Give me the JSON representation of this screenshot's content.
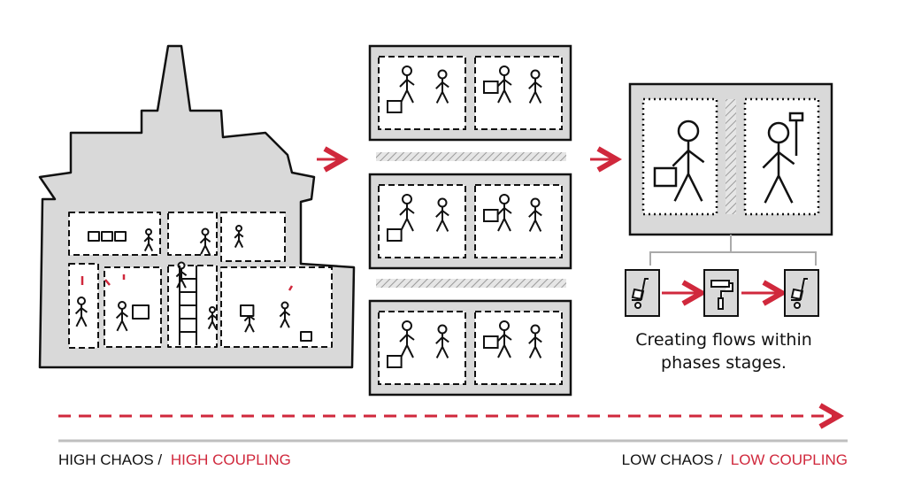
{
  "caption": {
    "line1": "Creating flows within",
    "line2": "phases stages."
  },
  "labels": {
    "left_chaos": "HIGH CHAOS /",
    "left_coupling": "HIGH COUPLING",
    "right_chaos": "LOW CHAOS /",
    "right_coupling": "LOW COUPLING"
  },
  "flow_icons": [
    "hand-truck-icon",
    "paint-roller-icon",
    "hand-truck-icon"
  ],
  "colors": {
    "accent": "#d0283c",
    "ink": "#111111",
    "fill": "#d9d9d9",
    "rule": "#bfbfbf"
  }
}
